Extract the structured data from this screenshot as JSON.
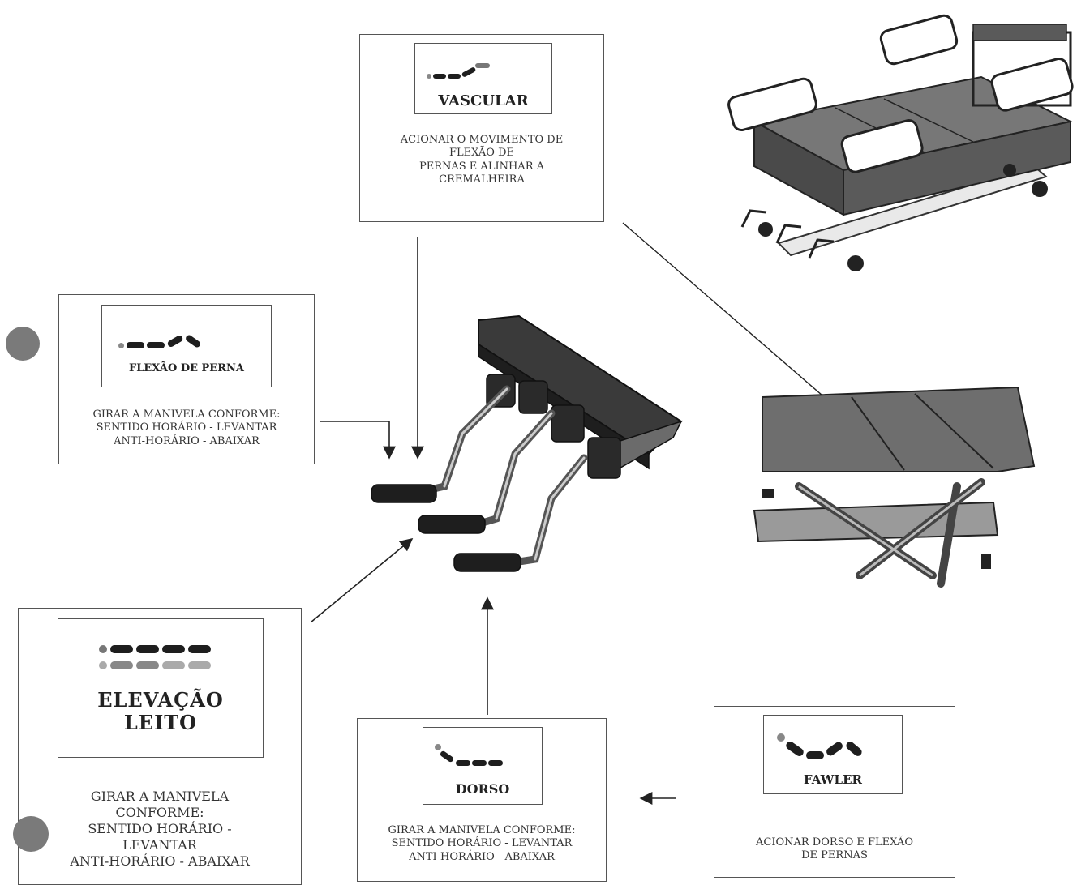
{
  "panels": {
    "vascular": {
      "title": "VASCULAR",
      "lines": [
        "ACIONAR O MOVIMENTO DE",
        "FLEXÃO DE",
        "PERNAS E ALINHAR A",
        "CREMALHEIRA"
      ]
    },
    "flexao": {
      "title": "FLEXÃO DE PERNA",
      "lines": [
        "GIRAR A MANIVELA CONFORME:",
        "SENTIDO HORÁRIO - LEVANTAR",
        "ANTI-HORÁRIO - ABAIXAR"
      ]
    },
    "elevacao": {
      "title_line1": "ELEVAÇÃO",
      "title_line2": "LEITO",
      "lines": [
        "GIRAR A MANIVELA",
        "CONFORME:",
        "SENTIDO HORÁRIO -",
        "LEVANTAR",
        "ANTI-HORÁRIO - ABAIXAR"
      ]
    },
    "dorso": {
      "title": "DORSO",
      "lines": [
        "GIRAR A MANIVELA CONFORME:",
        "SENTIDO HORÁRIO - LEVANTAR",
        "ANTI-HORÁRIO - ABAIXAR"
      ]
    },
    "fawler": {
      "title": "FAWLER",
      "lines": [
        "ACIONAR DORSO E FLEXÃO",
        "DE PERNAS"
      ]
    }
  },
  "colors": {
    "line": "#222222",
    "bed_dark": "#3a3a3a",
    "bed_mid": "#6b6b6b",
    "dot": "#7a7a7a"
  }
}
